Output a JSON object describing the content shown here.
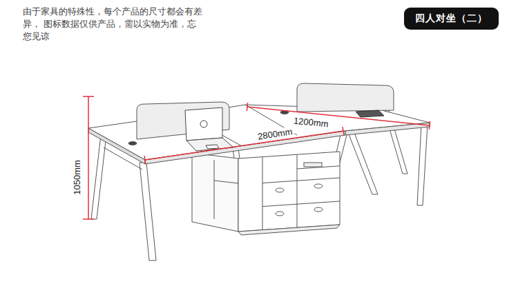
{
  "diagram": {
    "nodes": [
      {
        "text": [
          "四人对坐（二）"
        ]
      }
    ],
    "labels": [
      "由于家具的特殊性，每个产品的尺寸都会有差异， 图标数据仅供产品，需以实物为准，忘您见谅",
      "1200mm",
      "2800mm",
      "1050mm"
    ]
  }
}
